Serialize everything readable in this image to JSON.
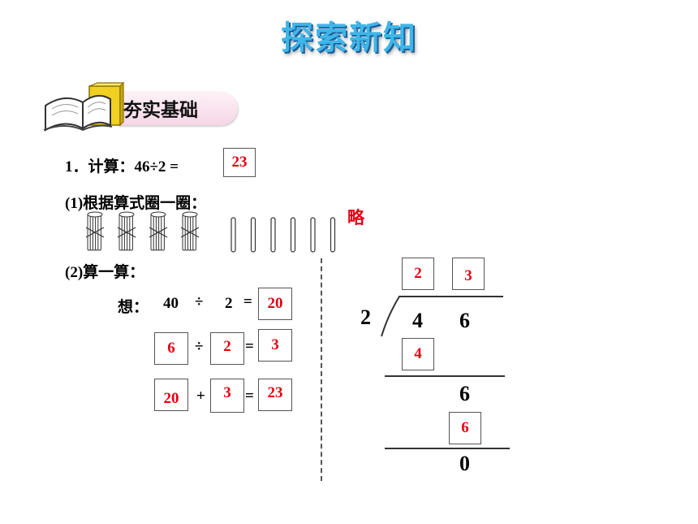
{
  "header": {
    "title": "探索新知"
  },
  "section": {
    "banner_label": "夯实基础",
    "icon": "open-book-icon"
  },
  "problem": {
    "prefix": "1．计算：46÷2 =",
    "answer": "23",
    "part1_label": "(1)根据算式圈一圈：",
    "part1_answer": "略",
    "part2_label": "(2)算一算：",
    "think_prefix": "想：",
    "eq1": {
      "a": "40",
      "op": "÷",
      "b": "2",
      "eq": "=",
      "result": "20"
    },
    "eq2": {
      "a": "6",
      "op": "÷",
      "b": "2",
      "eq": "=",
      "result": "3"
    },
    "eq3": {
      "a": "20",
      "op": "+",
      "b": "3",
      "eq": "=",
      "result": "23"
    }
  },
  "long_division": {
    "divisor": "2",
    "dividend_tens": "4",
    "dividend_ones": "6",
    "quotient_tens": "2",
    "quotient_ones": "3",
    "step1_product": "4",
    "step1_remainder": "6",
    "step2_product": "6",
    "final_remainder": "0"
  },
  "counters": {
    "bundles": 4,
    "sticks": 6
  },
  "colors": {
    "answer": "#e60012",
    "title": "#3fb6e8",
    "banner": "#f6d6e6"
  }
}
